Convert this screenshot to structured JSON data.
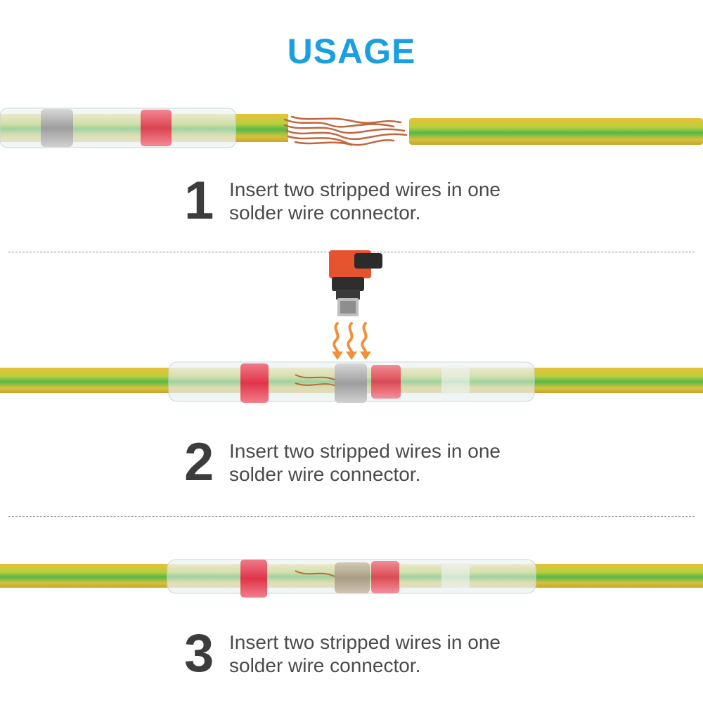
{
  "header": {
    "title": "USAGE",
    "title_color": "#1a9fdf"
  },
  "steps": [
    {
      "number": "1",
      "line1": "Insert two stripped wires in one",
      "line2": "solder wire connector."
    },
    {
      "number": "2",
      "line1": "Insert two stripped wires in one",
      "line2": "solder wire connector."
    },
    {
      "number": "3",
      "line1": "Insert two stripped wires in one",
      "line2": "solder wire connector."
    }
  ],
  "colors": {
    "wire_yellow": "#e9c531",
    "wire_green": "#4fb84a",
    "ring_red": "#e8384e",
    "sleeve": "#dfe9ea",
    "copper": "#c0673c",
    "heat_arrow": "#f0903a",
    "heat_gun_body": "#e5532f"
  },
  "icons": [
    "heat-gun-icon",
    "heat-arrows-icon"
  ]
}
